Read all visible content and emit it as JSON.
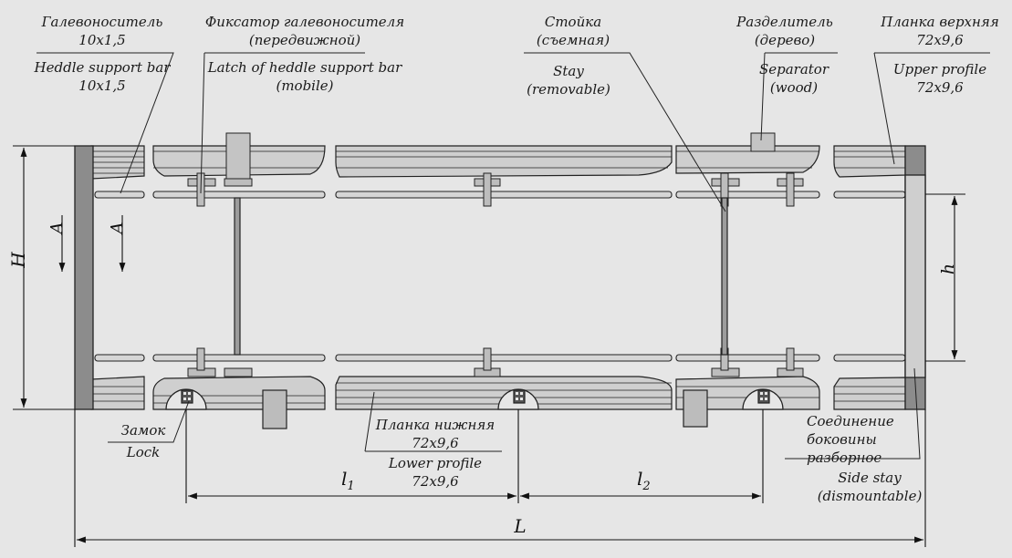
{
  "colors": {
    "background": "#e6e6e6",
    "part_fill": "#cfcfcf",
    "dark_fill": "#8c8c8c",
    "stroke": "#222222"
  },
  "labels": {
    "heddle_support_ru": [
      "Галевоноситель",
      "10х1,5"
    ],
    "heddle_support_en": [
      "Heddle support bar",
      "10х1,5"
    ],
    "latch_ru": [
      "Фиксатор галевоносителя",
      "(передвижной)"
    ],
    "latch_en": [
      "Latch of heddle support bar",
      "(mobile)"
    ],
    "stay_ru": [
      "Стойка",
      "(съемная)"
    ],
    "stay_en": [
      "Stay",
      "(removable)"
    ],
    "separator_ru": [
      "Разделитель",
      "(дерево)"
    ],
    "separator_en": [
      "Separator",
      "(wood)"
    ],
    "upper_ru": [
      "Планка верхняя",
      "72х9,6"
    ],
    "upper_en": [
      "Upper profile",
      "72х9,6"
    ],
    "lock_ru": "Замок",
    "lock_en": "Lock",
    "lower_ru": [
      "Планка нижняя",
      "72х9,6"
    ],
    "lower_en": [
      "Lower profile",
      "72х9,6"
    ],
    "side_ru": [
      "Соединение",
      "боковины",
      "разборное"
    ],
    "side_en": [
      "Side stay",
      "(dismountable)"
    ]
  },
  "dimensions": {
    "H": "H",
    "h": "h",
    "A": "A",
    "L": "L",
    "l1": "l",
    "l1_sub": "1",
    "l2": "l",
    "l2_sub": "2"
  }
}
